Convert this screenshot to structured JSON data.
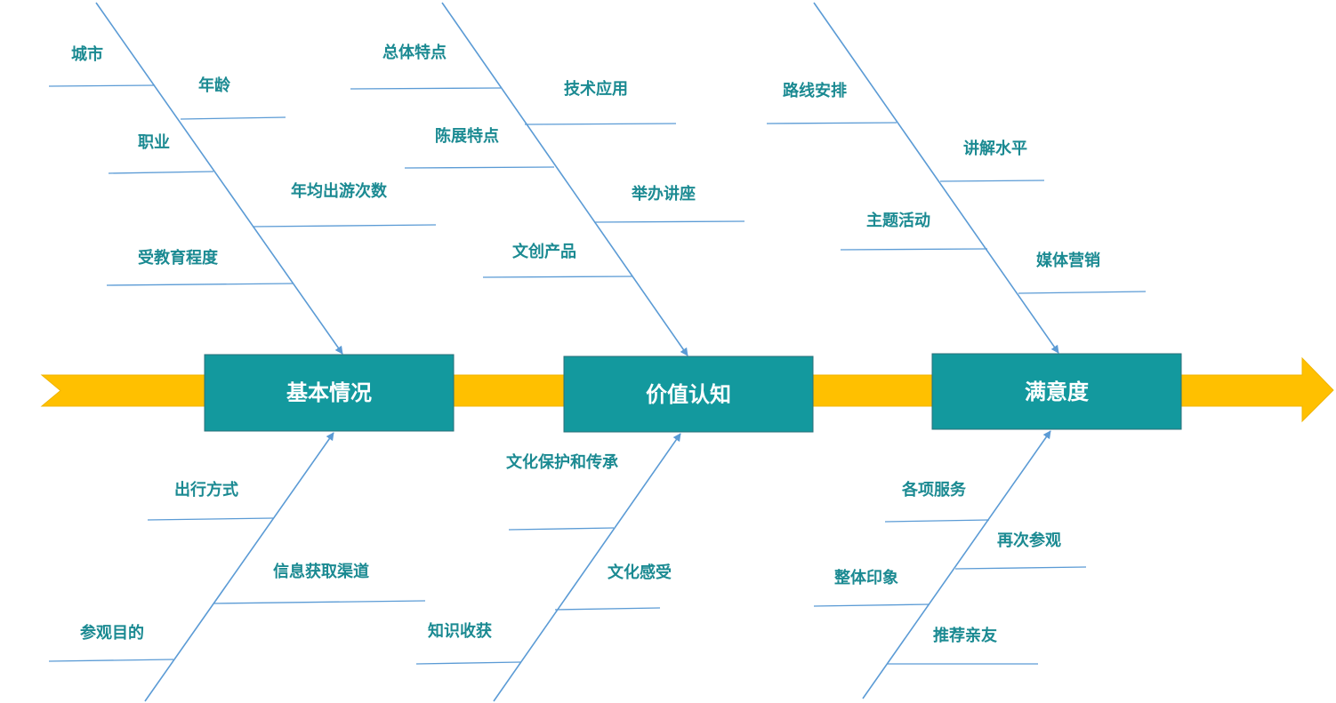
{
  "colors": {
    "spine": "#ffc000",
    "spine_border": "#f0b400",
    "box_fill": "#13999e",
    "box_border": "#2a6f78",
    "bone_line": "#5b9bd5",
    "label_text": "#1b8a92",
    "box_text": "#ffffff"
  },
  "categories": [
    {
      "label": "基本情况",
      "causes": [
        "城市",
        "年龄",
        "职业",
        "年均出游次数",
        "受教育程度",
        "出行方式",
        "信息获取渠道",
        "参观目的"
      ]
    },
    {
      "label": "价值认知",
      "causes": [
        "总体特点",
        "技术应用",
        "陈展特点",
        "举办讲座",
        "文创产品",
        "文化保护和传承",
        "文化感受",
        "知识收获"
      ]
    },
    {
      "label": "满意度",
      "causes": [
        "路线安排",
        "讲解水平",
        "主题活动",
        "媒体营销",
        "各项服务",
        "再次参观",
        "整体印象",
        "推荐亲友"
      ]
    }
  ]
}
